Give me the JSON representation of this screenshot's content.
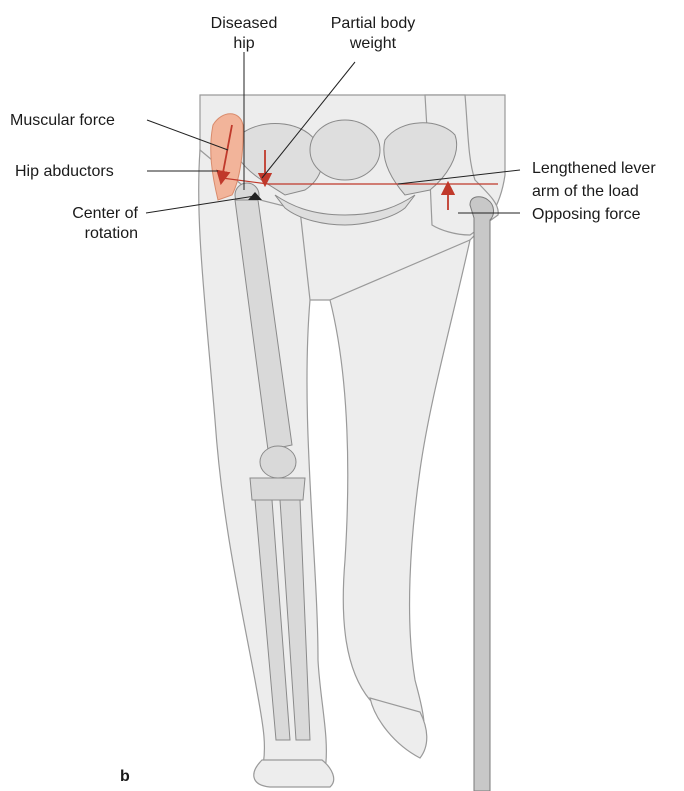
{
  "labels": {
    "diseased_hip": [
      "Diseased",
      "hip"
    ],
    "partial_body_weight": [
      "Partial body",
      "weight"
    ],
    "muscular_force": "Muscular force",
    "hip_abductors": "Hip abductors",
    "center_of_rotation": [
      "Center of",
      "rotation"
    ],
    "lengthened_lever_arm": [
      "Lengthened lever",
      "arm of the load"
    ],
    "opposing_force": "Opposing force",
    "panel_letter": "b"
  },
  "colors": {
    "body_fill": "#ededed",
    "body_outline": "#9a9a9a",
    "bone_fill": "#d9d9d9",
    "muscle_fill": "#f2b49a",
    "force_arrow": "#c0392b",
    "leader_line": "#222222",
    "cane_fill": "#c8c8c8"
  }
}
